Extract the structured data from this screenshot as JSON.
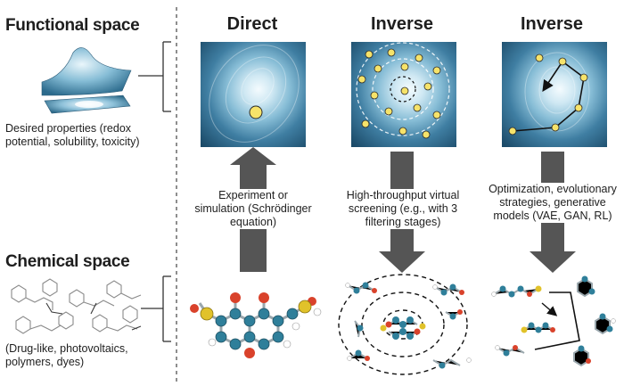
{
  "left": {
    "functional_title": "Functional space",
    "functional_caption": "Desired properties (redox potential, solubility, toxicity)",
    "chemical_title": "Chemical space",
    "chemical_caption": "(Drug-like, photovoltaics, polymers, dyes)"
  },
  "columns": [
    {
      "title": "Direct",
      "caption": "Experiment or simulation (Schrödinger equation)"
    },
    {
      "title": "Inverse",
      "caption": "High-throughput virtual screening (e.g., with 3 filtering stages)"
    },
    {
      "title": "Inverse",
      "caption": "Optimization, evolutionary strategies, generative models (VAE, GAN, RL)"
    }
  ],
  "colors": {
    "landscape_dark": "#1f4f6e",
    "landscape_light": "#e9f6fb",
    "marker_yellow": "#f6e36a",
    "arrow_gray": "#555555",
    "atom_carbon": "#2f7f9a",
    "atom_oxygen": "#d9422b",
    "atom_sulfur": "#e1c22a"
  }
}
